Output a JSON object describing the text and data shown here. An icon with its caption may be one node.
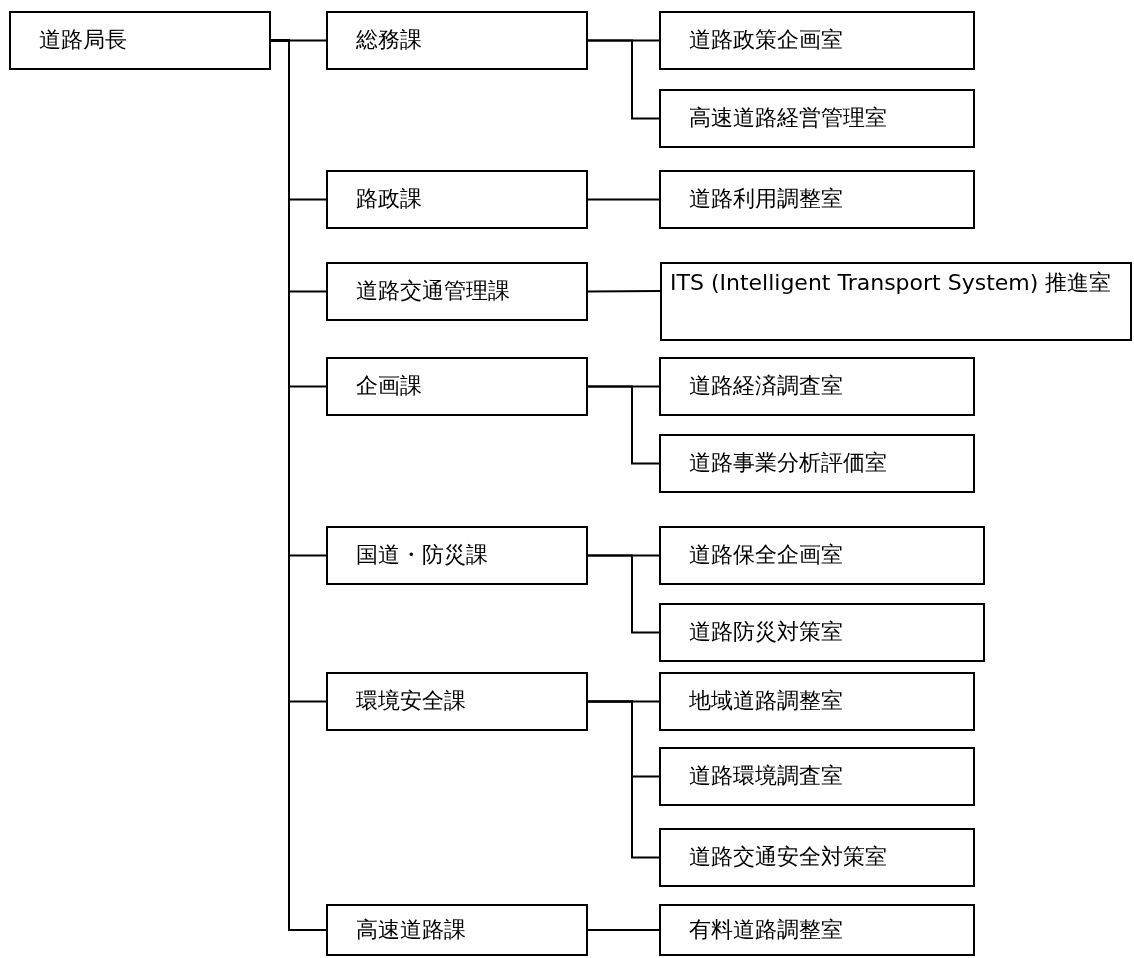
{
  "diagram": {
    "nodes": [
      {
        "text": [
          "道路局長"
        ]
      },
      {
        "text": [
          "総務課"
        ]
      },
      {
        "text": [
          "道路政策企画室"
        ]
      },
      {
        "text": [
          "高速道路経営管理室"
        ]
      },
      {
        "text": [
          "路政課"
        ]
      },
      {
        "text": [
          "道路利用調整室"
        ]
      },
      {
        "text": [
          "道路交通管理課"
        ]
      },
      {
        "text": [
          "ITS (Intelligent Transport System) 推進室"
        ]
      },
      {
        "text": [
          "企画課"
        ]
      },
      {
        "text": [
          "道路経済調査室"
        ]
      },
      {
        "text": [
          "道路事業分析評価室"
        ]
      },
      {
        "text": [
          "国道・防災課"
        ]
      },
      {
        "text": [
          "道路保全企画室"
        ]
      },
      {
        "text": [
          "道路防災対策室"
        ]
      },
      {
        "text": [
          "環境安全課"
        ]
      },
      {
        "text": [
          "地域道路調整室"
        ]
      },
      {
        "text": [
          "道路環境調査室"
        ]
      },
      {
        "text": [
          "道路交通安全対策室"
        ]
      },
      {
        "text": [
          "高速道路課"
        ]
      },
      {
        "text": [
          "有料道路調整室"
        ]
      }
    ],
    "edges": [
      {
        "from": 0,
        "to": 1,
        "arrow": "none"
      },
      {
        "from": 0,
        "to": 4,
        "arrow": "none"
      },
      {
        "from": 0,
        "to": 6,
        "arrow": "none"
      },
      {
        "from": 0,
        "to": 8,
        "arrow": "none"
      },
      {
        "from": 0,
        "to": 11,
        "arrow": "none"
      },
      {
        "from": 0,
        "to": 14,
        "arrow": "none"
      },
      {
        "from": 0,
        "to": 18,
        "arrow": "none"
      },
      {
        "from": 1,
        "to": 2,
        "arrow": "none"
      },
      {
        "from": 1,
        "to": 3,
        "arrow": "none"
      },
      {
        "from": 4,
        "to": 5,
        "arrow": "none"
      },
      {
        "from": 6,
        "to": 7,
        "arrow": "none"
      },
      {
        "from": 8,
        "to": 9,
        "arrow": "none"
      },
      {
        "from": 8,
        "to": 10,
        "arrow": "none"
      },
      {
        "from": 11,
        "to": 12,
        "arrow": "none"
      },
      {
        "from": 11,
        "to": 13,
        "arrow": "none"
      },
      {
        "from": 14,
        "to": 15,
        "arrow": "none"
      },
      {
        "from": 14,
        "to": 16,
        "arrow": "none"
      },
      {
        "from": 14,
        "to": 17,
        "arrow": "none"
      },
      {
        "from": 18,
        "to": 19,
        "arrow": "none"
      }
    ]
  }
}
